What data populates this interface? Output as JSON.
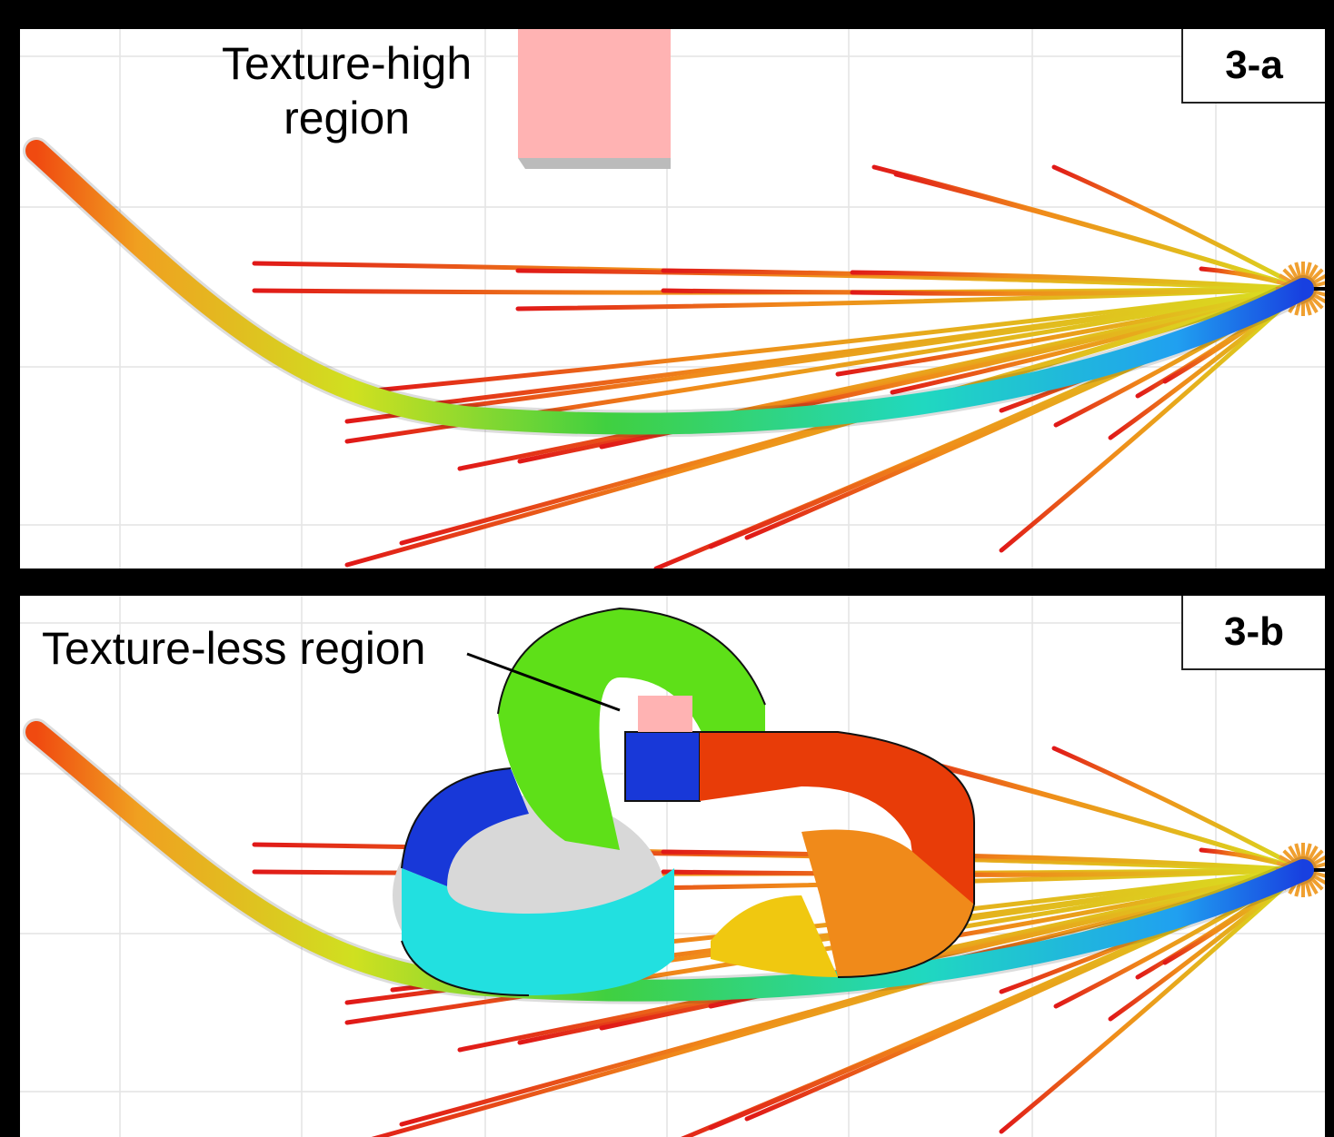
{
  "panel_a": {
    "tag": "3-a",
    "label_line1": "Texture-high",
    "label_line2": "region"
  },
  "panel_b": {
    "tag": "3-b",
    "label": "Texture-less region"
  },
  "colors": {
    "background": "#000000",
    "panel": "#ffffff",
    "grid": "#e4e4e4",
    "branch_tip": "#e01818",
    "branch_mid": "#f08a1a",
    "branch_base": "#d8e020",
    "texture_box": "#ffb3b3",
    "obstacle_green": "#5ee018",
    "obstacle_red": "#e83c08",
    "obstacle_blue": "#1838d8",
    "obstacle_cyan": "#22e0e0",
    "obstacle_yellow": "#f0c810"
  }
}
